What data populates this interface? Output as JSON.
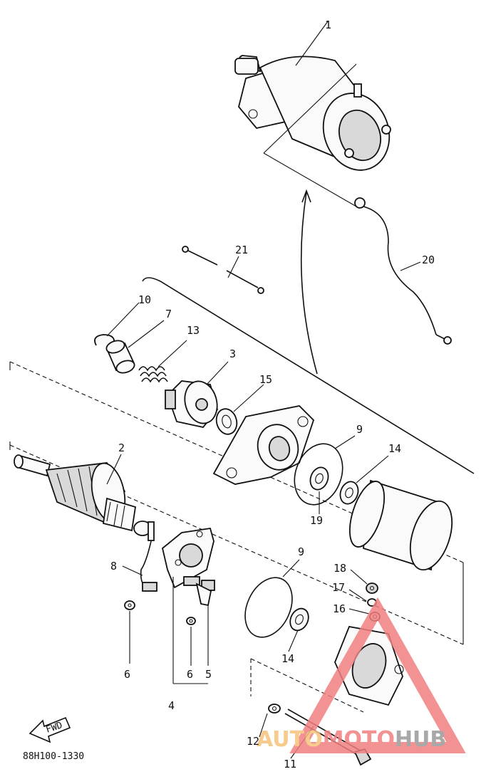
{
  "diagram": {
    "labels": [
      "1",
      "21",
      "20",
      "10",
      "7",
      "13",
      "3",
      "15",
      "9",
      "14",
      "2",
      "19",
      "8",
      "18",
      "17",
      "16",
      "9",
      "14",
      "6",
      "6",
      "5",
      "4",
      "12",
      "11"
    ],
    "drawing_code": "88H100-1330",
    "fwd_label": "FWD",
    "watermark": {
      "part1": "AUTO",
      "part2": "MOTO",
      "part3": "HUB",
      "colors": {
        "auto": "#f5c27a",
        "moto": "#f07f7f",
        "hub": "#9a9a9a",
        "triangle": "#f07f7f"
      }
    }
  }
}
